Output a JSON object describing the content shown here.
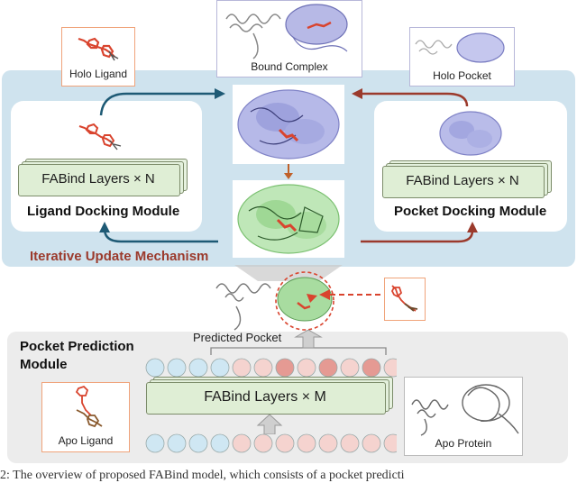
{
  "labels": {
    "holo_ligand": "Holo Ligand",
    "bound_complex": "Bound Complex",
    "holo_pocket": "Holo Pocket",
    "ligand_layers": "FABind Layers × N",
    "pocket_layers": "FABind Layers × N",
    "ligand_module": "Ligand Docking Module",
    "pocket_module": "Pocket Docking Module",
    "iterative": "Iterative Update Mechanism",
    "pocket_prediction_module_line1": "Pocket Prediction",
    "pocket_prediction_module_line2": "Module",
    "predicted_pocket": "Predicted Pocket",
    "layers_m": "FABind Layers × M",
    "apo_ligand": "Apo Ligand",
    "apo_protein": "Apo Protein",
    "caption": "2: The overview of proposed FABind model, which consists of a pocket predicti"
  },
  "colors": {
    "blue_panel": "#cfe3ee",
    "gray_panel": "#ececec",
    "layer_green": "#dfeed5",
    "arrow_dark_blue": "#1e5a75",
    "arrow_red": "#9b3a2c",
    "orange_border": "#f0a37a",
    "protein_purple": "#9b9ed6",
    "protein_green": "#8fd08a",
    "ligand_red": "#d9442e",
    "circle_blue": "#cfe7f3",
    "circle_pink": "#f5d3cf",
    "circle_red": "#e59a93"
  },
  "icons": [
    "ligand-icon",
    "protein-icon",
    "arrow-icon",
    "ring-icon"
  ]
}
